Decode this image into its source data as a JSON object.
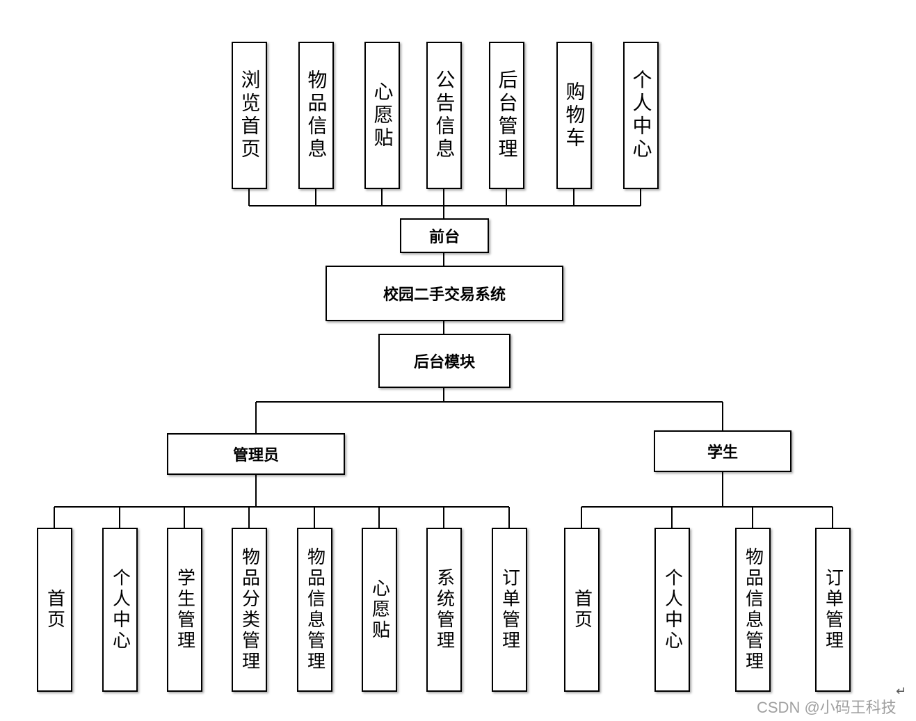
{
  "root": "校园二手交易系统",
  "frontend": {
    "label": "前台",
    "modules": [
      "浏览首页",
      "物品信息",
      "心愿贴",
      "公告信息",
      "后台管理",
      "购物车",
      "个人中心"
    ]
  },
  "backend": {
    "label": "后台模块",
    "admin": {
      "label": "管理员",
      "modules": [
        "首页",
        "个人中心",
        "学生管理",
        "物品分类管理",
        "物品信息管理",
        "心愿贴",
        "系统管理",
        "订单管理"
      ]
    },
    "student": {
      "label": "学生",
      "modules": [
        "首页",
        "个人中心",
        "物品信息管理",
        "订单管理"
      ]
    }
  },
  "watermark": "CSDN @小码王科技",
  "corner_mark": "↵"
}
